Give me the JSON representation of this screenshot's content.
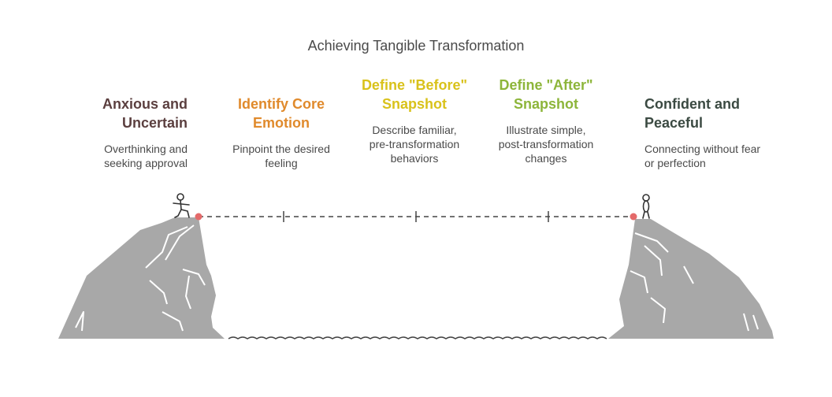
{
  "title": "Achieving Tangible Transformation",
  "stages": [
    {
      "heading_lines": [
        "Anxious and",
        "Uncertain"
      ],
      "desc_lines": [
        "Overthinking and",
        "seeking approval"
      ],
      "color": "#5b3f3f"
    },
    {
      "heading_lines": [
        "Identify Core",
        "Emotion"
      ],
      "desc_lines": [
        "Pinpoint the desired",
        "feeling"
      ],
      "color": "#e08a2c"
    },
    {
      "heading_lines": [
        "Define \"Before\"",
        "Snapshot"
      ],
      "desc_lines": [
        "Describe familiar,",
        "pre-transformation",
        "behaviors"
      ],
      "color": "#d9c21b"
    },
    {
      "heading_lines": [
        "Define \"After\"",
        "Snapshot"
      ],
      "desc_lines": [
        "Illustrate simple,",
        "post-transformation",
        "changes"
      ],
      "color": "#8db53a"
    },
    {
      "heading_lines": [
        "Confident and",
        "Peaceful"
      ],
      "desc_lines": [
        "Connecting without fear",
        "or perfection"
      ],
      "color": "#3b4a42"
    }
  ],
  "colors": {
    "cliff": "#a8a8a8",
    "cliff_line": "#ffffff",
    "rope": "#444444",
    "anchor": "#e46a6a",
    "water": "#444444",
    "figure": "#333333"
  }
}
